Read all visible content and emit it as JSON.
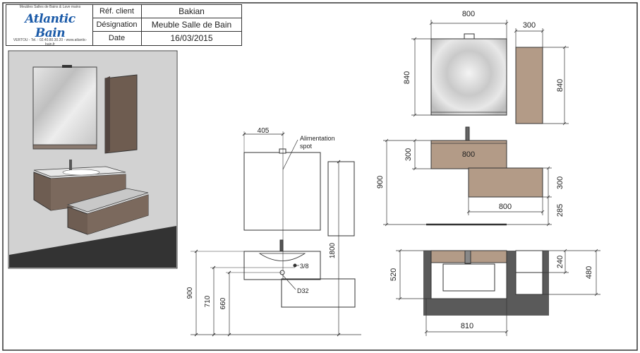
{
  "title_block": {
    "logo_name": "Atlantic Bain",
    "logo_tagline": "Meubles Salles de Bains & Lave mains",
    "logo_address": "VERTOU - Tel. : 02.40.80.30.20 - www.atlantic-bain.fr",
    "rows": [
      {
        "label": "Réf. client",
        "value": "Bakian"
      },
      {
        "label": "Désignation",
        "value": "Meuble Salle de Bain"
      },
      {
        "label": "Date",
        "value": "16/03/2015"
      }
    ]
  },
  "colors": {
    "cabinet": "#b39b87",
    "cabinet_dark": "#6e5d52",
    "mirror": "#dcdcdc",
    "wall": "#d4d4d4",
    "floor": "#3a3a3a",
    "line": "#333333"
  },
  "side_view": {
    "dim_width": "405",
    "label_alimentation": "Alimentation",
    "label_spot": "spot",
    "label_inlet": "3/8",
    "label_drain": "D32",
    "dim_total_height": "1800",
    "dim_900": "900",
    "dim_710": "710",
    "dim_660": "660"
  },
  "front_mirror_view": {
    "dim_mirror_width": "800",
    "dim_mirror_height": "840",
    "dim_column_width": "300",
    "dim_column_height": "840"
  },
  "front_cabinet_view": {
    "dim_top_width": "800",
    "dim_top_height": "300",
    "dim_lower_height": "300",
    "dim_lower_width": "800",
    "dim_total": "900",
    "dim_bottom_gap": "285"
  },
  "top_view": {
    "dim_depth": "520",
    "dim_240": "240",
    "dim_480": "480",
    "dim_width": "810"
  }
}
